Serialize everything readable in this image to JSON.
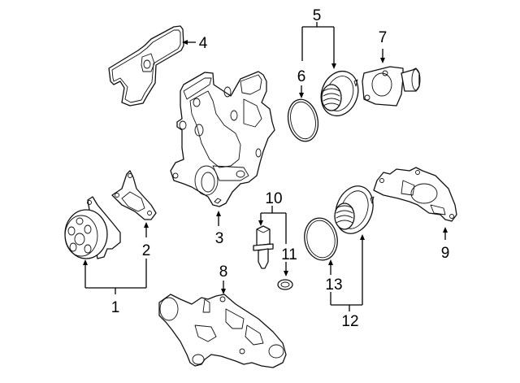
{
  "diagram": {
    "type": "exploded parts diagram",
    "background_color": "#ffffff",
    "line_color": "#000000",
    "callouts": [
      {
        "id": "1",
        "label": "1",
        "part": "water-pump-assembly",
        "points_to": [
          "water-pump",
          "water-pump-gasket"
        ]
      },
      {
        "id": "2",
        "label": "2",
        "part": "water-pump-gasket",
        "points_to": [
          "water-pump-gasket"
        ]
      },
      {
        "id": "3",
        "label": "3",
        "part": "engine-front-cover",
        "points_to": [
          "engine-front-cover"
        ]
      },
      {
        "id": "4",
        "label": "4",
        "part": "front-cover-gasket",
        "points_to": [
          "front-cover-gasket"
        ]
      },
      {
        "id": "5",
        "label": "5",
        "part": "thermostat-assembly-upper",
        "points_to": [
          "upper-thermostat",
          "upper-thermostat-seal"
        ]
      },
      {
        "id": "6",
        "label": "6",
        "part": "upper-thermostat-seal",
        "points_to": [
          "upper-thermostat-seal"
        ]
      },
      {
        "id": "7",
        "label": "7",
        "part": "water-outlet",
        "points_to": [
          "water-outlet"
        ]
      },
      {
        "id": "8",
        "label": "8",
        "part": "thermostat-housing",
        "points_to": [
          "thermostat-housing"
        ]
      },
      {
        "id": "9",
        "label": "9",
        "part": "housing-gasket",
        "points_to": [
          "housing-gasket"
        ]
      },
      {
        "id": "10",
        "label": "10",
        "part": "temperature-sensor-assembly",
        "points_to": [
          "temperature-sensor",
          "sensor-seal"
        ]
      },
      {
        "id": "11",
        "label": "11",
        "part": "sensor-seal",
        "points_to": [
          "sensor-seal"
        ]
      },
      {
        "id": "12",
        "label": "12",
        "part": "thermostat-assembly-lower",
        "points_to": [
          "lower-thermostat",
          "lower-thermostat-seal"
        ]
      },
      {
        "id": "13",
        "label": "13",
        "part": "lower-thermostat-seal",
        "points_to": [
          "lower-thermostat-seal"
        ]
      }
    ]
  }
}
